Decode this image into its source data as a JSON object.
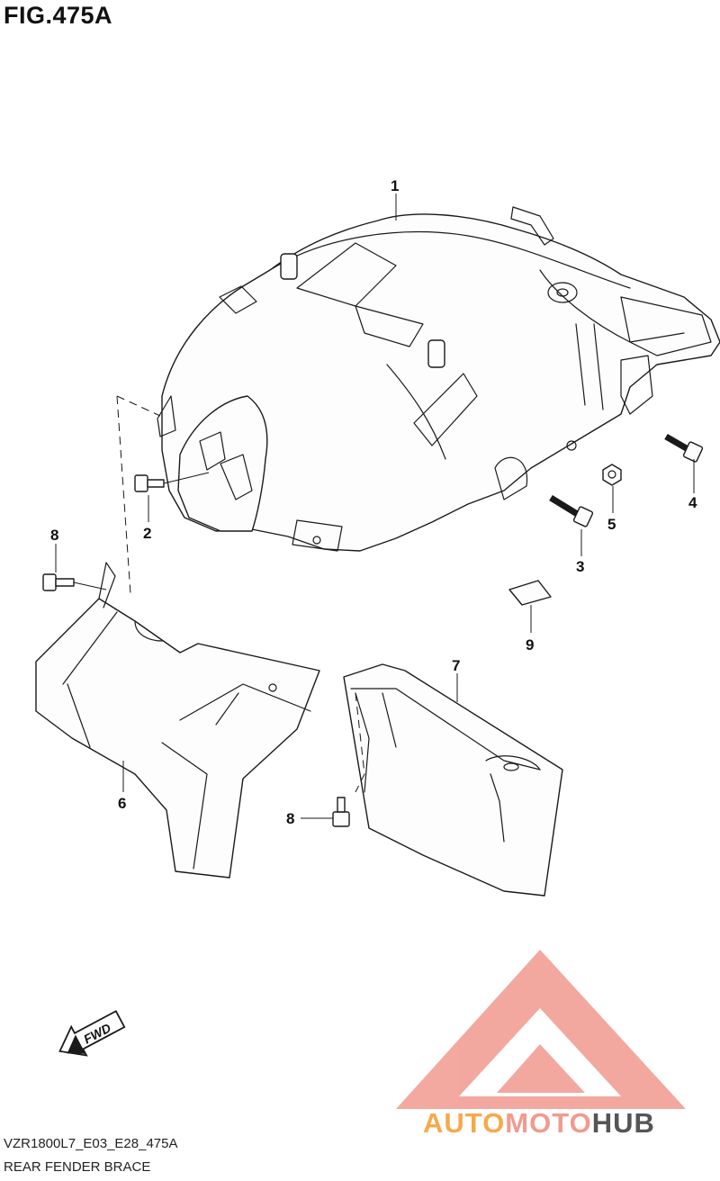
{
  "figure": {
    "title": "FIG.475A",
    "code": "VZR1800L7_E03_E28_475A",
    "name": "REAR FENDER BRACE"
  },
  "callouts": [
    "1",
    "2",
    "3",
    "4",
    "5",
    "6",
    "7",
    "8",
    "8",
    "9"
  ],
  "direction_arrow": "FWD",
  "watermark": {
    "part1": "AUTO",
    "part2": "MOTO",
    "part3": "HUB",
    "colors": {
      "auto": "#f7a94a",
      "moto": "#f29a8f",
      "hub": "#555555",
      "logo": "#f29a8f"
    }
  }
}
